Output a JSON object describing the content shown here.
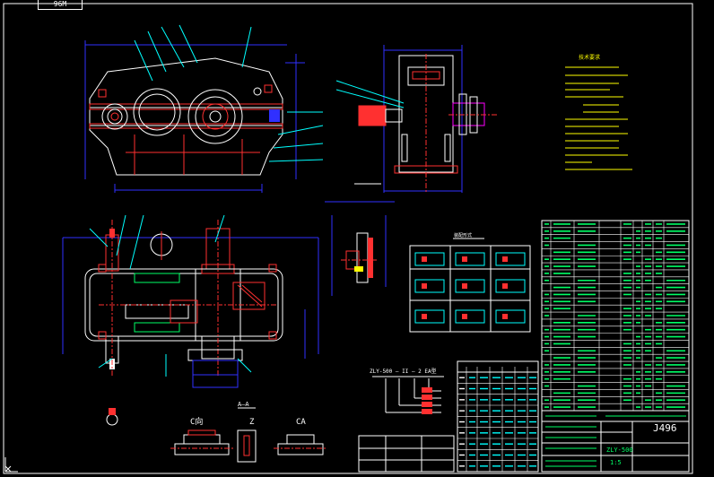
{
  "drawing": {
    "frame_tag": "96M",
    "title_block": {
      "code": "J496",
      "drawing_no": "ZLY-500",
      "scale": "1:5"
    },
    "parts_table_rows": 27,
    "spec_table_rows": 9,
    "model_code": "ZLY-500 — II — 2 EA型",
    "view_labels": [
      "C向",
      "Z",
      "CA"
    ],
    "section_label": "A—A",
    "note_title": "技术要求",
    "mount_table_title": "装配形式"
  },
  "colors": {
    "line": "#ffffff",
    "cyan": "#00ffff",
    "red": "#ff3030",
    "blue": "#3030ff",
    "yellow": "#ffff00",
    "green": "#00ff66",
    "magenta": "#ff00ff",
    "bg": "#000000"
  }
}
